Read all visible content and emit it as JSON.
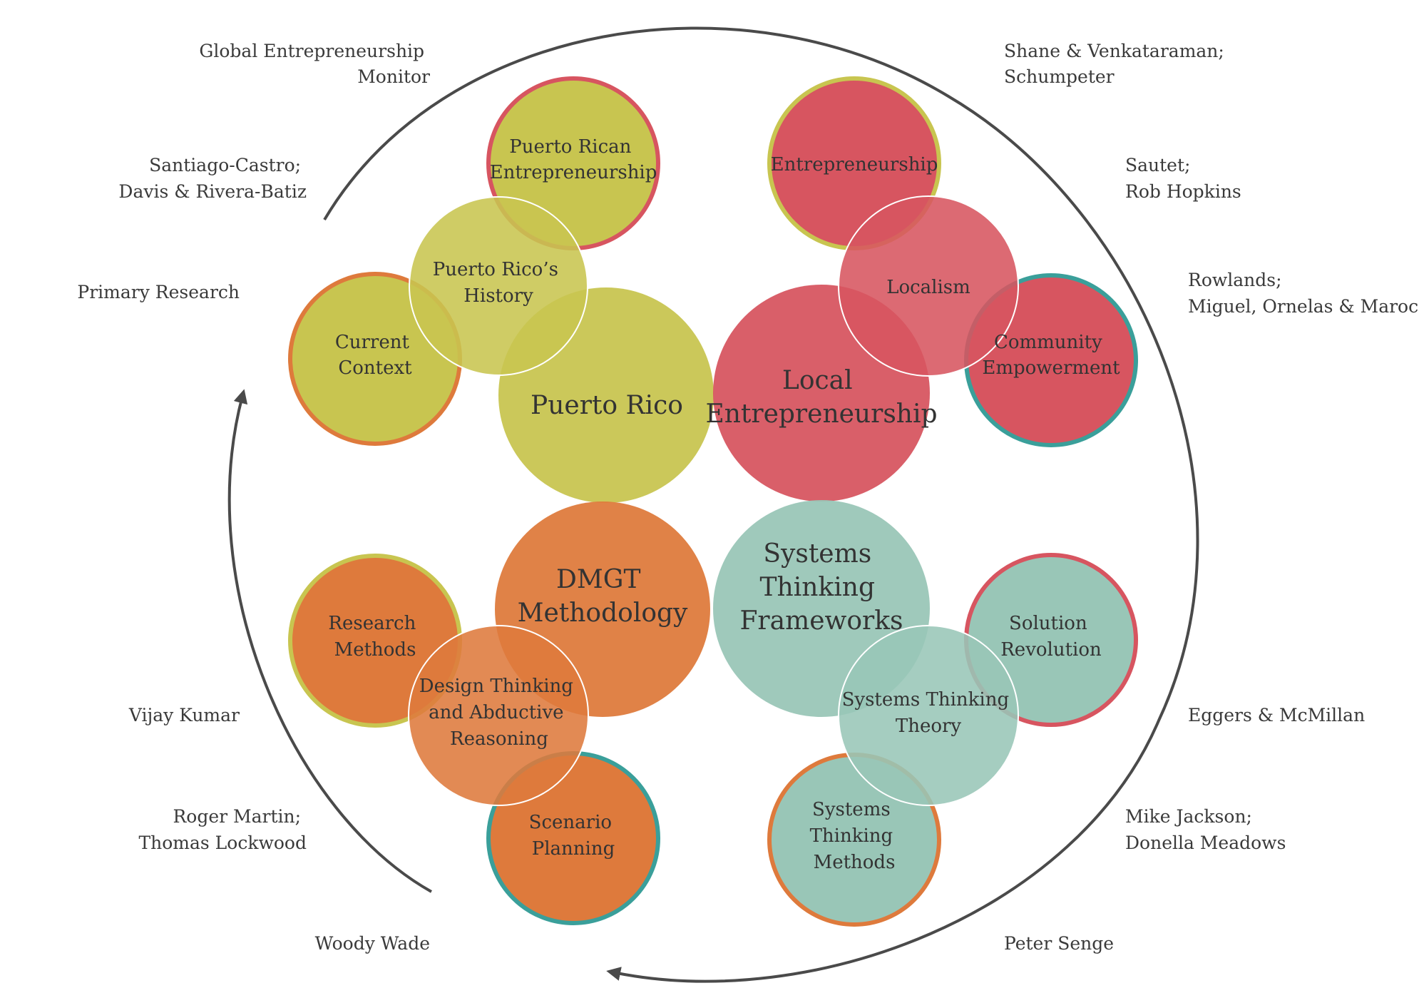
{
  "colors": {
    "yellow": "#c8c550",
    "red": "#d75560",
    "orange": "#de7a3c",
    "teal": "#99c6b7",
    "arrow": "#4a4a4a",
    "text": "#333333"
  },
  "core": {
    "puerto_rico": "Puerto Rico",
    "local_entrepreneurship": [
      "Local",
      "Entrepreneurship"
    ],
    "dmgt": [
      "DMGT",
      "Methodology"
    ],
    "systems_frameworks": [
      "Systems",
      "Thinking",
      "Frameworks"
    ]
  },
  "topics": {
    "pr_entrepreneurship": [
      "Puerto Rican",
      "Entrepreneurship"
    ],
    "pr_history": [
      "Puerto Rico’s",
      "History"
    ],
    "current_context": [
      "Current",
      "Context"
    ],
    "entrepreneurship": [
      "Entrepreneurship"
    ],
    "localism": [
      "Localism"
    ],
    "community_empowerment": [
      "Community",
      "Empowerment"
    ],
    "research_methods": [
      "Research",
      "Methods"
    ],
    "design_thinking": [
      "Design Thinking",
      "and Abductive",
      "Reasoning"
    ],
    "scenario_planning": [
      "Scenario",
      "Planning"
    ],
    "solution_revolution": [
      "Solution",
      "Revolution"
    ],
    "systems_thinking_theory": [
      "Systems Thinking",
      "Theory"
    ],
    "systems_thinking_methods": [
      "Systems",
      "Thinking",
      "Methods"
    ]
  },
  "references": {
    "gem": [
      "Global Entrepreneurship",
      "Monitor"
    ],
    "santiago": [
      "Santiago-Castro;",
      "Davis & Rivera-Batiz"
    ],
    "primary": [
      "Primary Research"
    ],
    "shane": [
      "Shane & Venkataraman;",
      "Schumpeter"
    ],
    "sautet": [
      "Sautet;",
      "Rob Hopkins"
    ],
    "rowlands": [
      "Rowlands;",
      "Miguel, Ornelas &  Maroco"
    ],
    "kumar": [
      "Vijay Kumar"
    ],
    "martin": [
      "Roger Martin;",
      "Thomas Lockwood"
    ],
    "wade": [
      "Woody Wade"
    ],
    "eggers": [
      "Eggers & McMillan"
    ],
    "jackson": [
      "Mike Jackson;",
      "Donella Meadows"
    ],
    "senge": [
      "Peter Senge"
    ]
  }
}
